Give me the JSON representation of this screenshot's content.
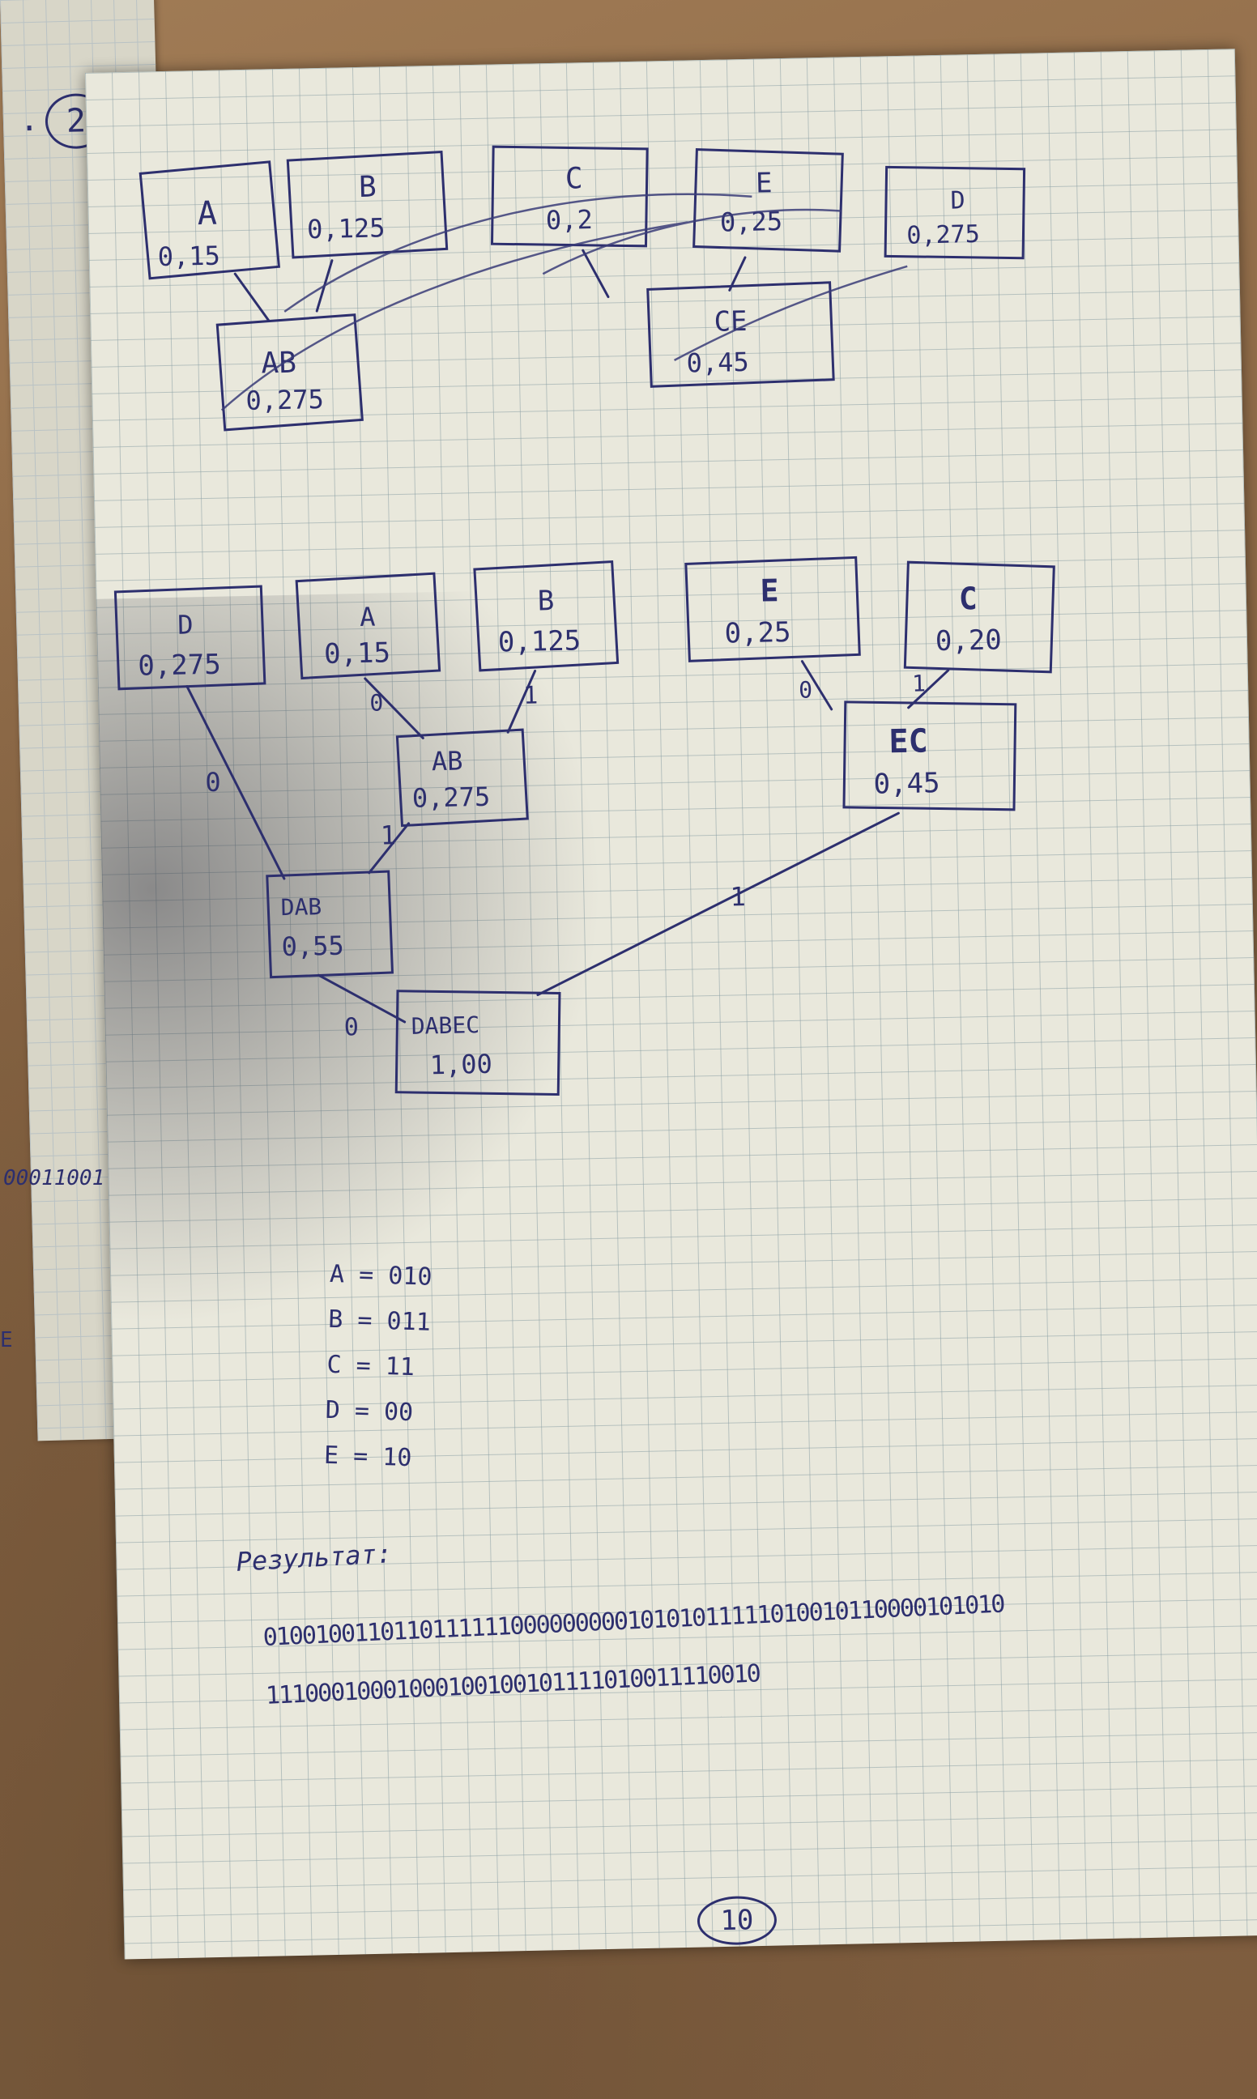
{
  "header": {
    "task_number": "2",
    "page_number": "10",
    "margin_mark": "2"
  },
  "step1": {
    "nodes": [
      {
        "id": "s1-a",
        "label": "A",
        "value": "0,15"
      },
      {
        "id": "s1-b",
        "label": "B",
        "value": "0,125"
      },
      {
        "id": "s1-c",
        "label": "C",
        "value": "0,2"
      },
      {
        "id": "s1-e",
        "label": "E",
        "value": "0,25"
      },
      {
        "id": "s1-d",
        "label": "D",
        "value": "0,275"
      },
      {
        "id": "s1-ab",
        "label": "AB",
        "value": "0,275"
      },
      {
        "id": "s1-ce",
        "label": "CE",
        "value": "0,45"
      }
    ]
  },
  "tree": {
    "nodes": [
      {
        "id": "t-d",
        "label": "D",
        "value": "0,275"
      },
      {
        "id": "t-a",
        "label": "A",
        "value": "0,15"
      },
      {
        "id": "t-b",
        "label": "B",
        "value": "0,125"
      },
      {
        "id": "t-e",
        "label": "E",
        "value": "0,25"
      },
      {
        "id": "t-c",
        "label": "C",
        "value": "0,20"
      },
      {
        "id": "t-ab",
        "label": "AB",
        "value": "0,275"
      },
      {
        "id": "t-ec",
        "label": "EC",
        "value": "0,45"
      },
      {
        "id": "t-dab",
        "label": "DAB",
        "value": "0,55"
      },
      {
        "id": "t-dabec",
        "label": "DABEC",
        "value": "1,00"
      }
    ],
    "edge_labels": [
      "0",
      "0",
      "1",
      "1",
      "0",
      "1",
      "0",
      "1"
    ]
  },
  "codes": [
    {
      "symbol": "A",
      "code": "010"
    },
    {
      "symbol": "B",
      "code": "011"
    },
    {
      "symbol": "C",
      "code": "11"
    },
    {
      "symbol": "D",
      "code": "00"
    },
    {
      "symbol": "E",
      "code": "10"
    }
  ],
  "result": {
    "label": "Результат:",
    "line1": "010010011011011111100000000010101011111010010110000101010",
    "line2": "11100010001000100100101111010011110010"
  },
  "margin_notes": {
    "left_bits": "00011001",
    "left_letter": "E"
  }
}
